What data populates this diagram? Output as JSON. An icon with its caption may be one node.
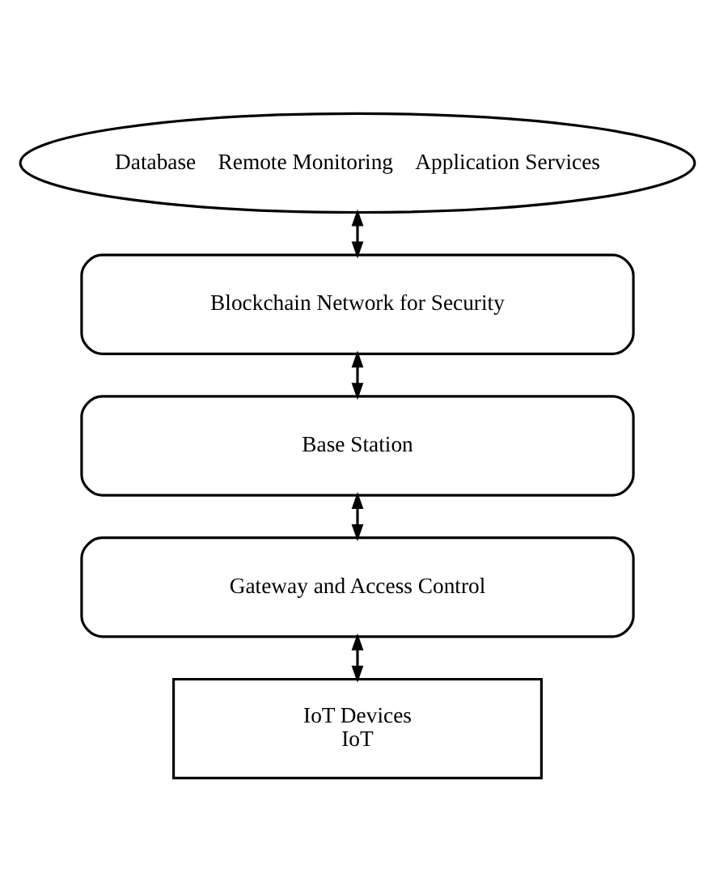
{
  "diagram": {
    "nodes": [
      {
        "text": [
          "Database",
          "Remote Monitoring",
          "Application Services"
        ]
      },
      {
        "text": [
          "Blockchain Network for Security"
        ]
      },
      {
        "text": [
          "Base Station"
        ]
      },
      {
        "text": [
          "Gateway and Access Control"
        ]
      },
      {
        "text": [
          "IoT Devices",
          "IoT"
        ]
      }
    ],
    "edges": [
      {
        "from": 0,
        "to": 1,
        "arrow": "both"
      },
      {
        "from": 1,
        "to": 2,
        "arrow": "both"
      },
      {
        "from": 2,
        "to": 3,
        "arrow": "both"
      },
      {
        "from": 3,
        "to": 4,
        "arrow": "both"
      }
    ]
  }
}
